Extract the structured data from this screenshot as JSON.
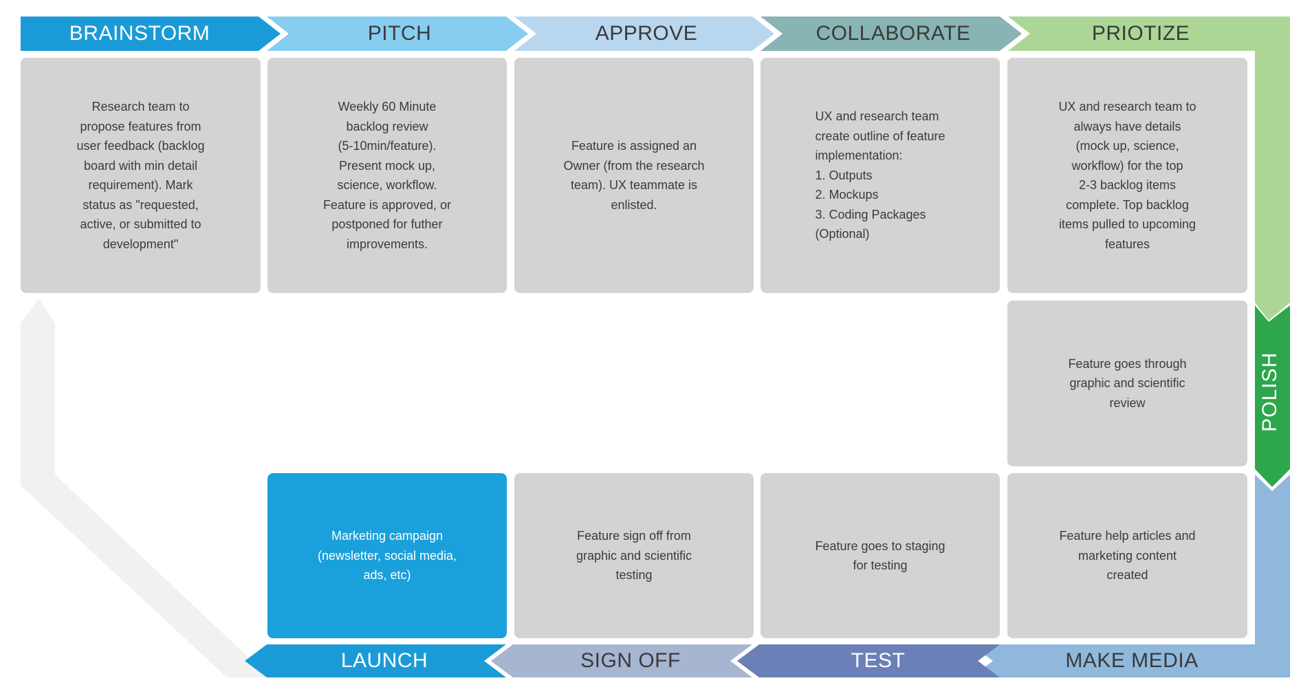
{
  "colors": {
    "brainstorm": "#1a9bd7",
    "pitch": "#86cdf0",
    "approve": "#b9d6ef",
    "collaborate": "#88b4b3",
    "priotize": "#acd696",
    "polish": "#2ea64c",
    "make_media": "#8fb8dc",
    "test": "#6a80b6",
    "sign_off": "#a6b5d0",
    "launch": "#1a9bd7",
    "box_gray": "#d3d3d3",
    "box_blue": "#1aa0da",
    "return_path": "#f0f0f0"
  },
  "stages": {
    "brainstorm": "BRAINSTORM",
    "pitch": "PITCH",
    "approve": "APPROVE",
    "collaborate": "COLLABORATE",
    "priotize": "PRIOTIZE",
    "polish": "POLISH",
    "make_media": "MAKE MEDIA",
    "test": "TEST",
    "sign_off": "SIGN OFF",
    "launch": "LAUNCH"
  },
  "boxes": {
    "brainstorm": "Research team to\npropose features from\nuser feedback (backlog\nboard with min detail\nrequirement). Mark\nstatus as \"requested,\nactive, or submitted to\ndevelopment\"",
    "pitch": "Weekly 60 Minute\nbacklog review\n(5-10min/feature).\nPresent mock up,\nscience, workflow.\nFeature is approved, or\npostponed for futher\nimprovements.",
    "approve": "Feature is assigned an\nOwner (from the research\nteam). UX teammate is\nenlisted.",
    "collaborate": "UX and research team\ncreate outline of feature\nimplementation:\n1. Outputs\n2. Mockups\n3. Coding Packages\n(Optional)",
    "priotize": "UX and research team to\nalways have details\n(mock up, science,\nworkflow) for the top\n2-3 backlog items\ncomplete. Top backlog\nitems pulled to upcoming\nfeatures",
    "polish": "Feature goes through\ngraphic and scientific\nreview",
    "make_media": "Feature help articles and\nmarketing content\ncreated",
    "test": "Feature goes to staging\nfor testing",
    "sign_off": "Feature sign off from\ngraphic and scientific\ntesting",
    "launch": "Marketing campaign\n(newsletter, social media,\nads, etc)"
  }
}
